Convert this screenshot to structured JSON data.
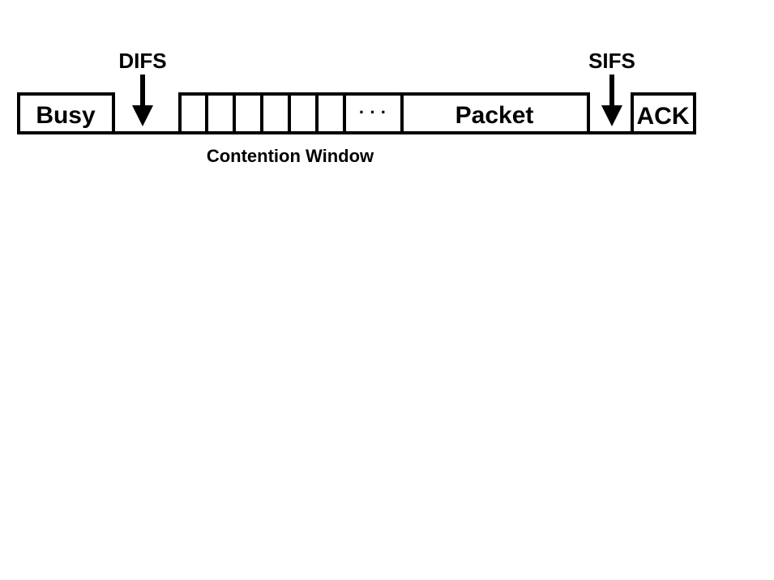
{
  "timeline": {
    "busy_label": "Busy",
    "difs_label": "DIFS",
    "contention_ellipsis": "· · ·",
    "contention_label": "Contention Window",
    "packet_label": "Packet",
    "sifs_label": "SIFS",
    "ack_label": "ACK"
  },
  "colors": {
    "stroke": "#000000",
    "background": "#ffffff"
  }
}
